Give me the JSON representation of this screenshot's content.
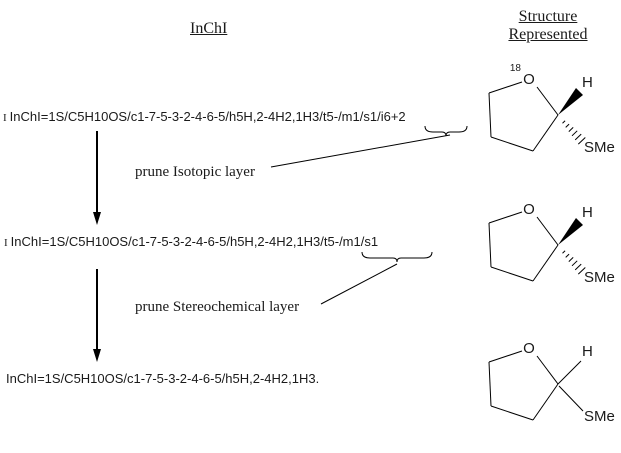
{
  "headers": {
    "left_title": "InChI",
    "right_title_line1": "Structure",
    "right_title_line2": "Represented"
  },
  "inchi_lines": [
    {
      "prefix": "I",
      "text": "InChI=1S/C5H10OS/c1-7-5-3-2-4-6-5/h5H,2-4H2,1H3/t5-/m1/s1/i6+2"
    },
    {
      "prefix": "I",
      "text": "InChI=1S/C5H10OS/c1-7-5-3-2-4-6-5/h5H,2-4H2,1H3/t5-/m1/s1"
    },
    {
      "prefix": "",
      "text": "InChI=1S/C5H10OS/c1-7-5-3-2-4-6-5/h5H,2-4H2,1H3."
    }
  ],
  "annotations": [
    {
      "label": "prune Isotopic layer",
      "highlighted_layer": "/i6+2"
    },
    {
      "label": "prune Stereochemical layer",
      "highlighted_layer": "/t5-/m1/s1"
    }
  ],
  "structures": [
    {
      "isotope": "18",
      "oxygen": "O",
      "hydrogen": "H",
      "substituent": "SMe",
      "stereo": "wedge-and-hash"
    },
    {
      "isotope": "",
      "oxygen": "O",
      "hydrogen": "H",
      "substituent": "SMe",
      "stereo": "wedge-and-hash"
    },
    {
      "isotope": "",
      "oxygen": "O",
      "hydrogen": "H",
      "substituent": "SMe",
      "stereo": "plain"
    }
  ],
  "colors": {
    "text": "#1a1a1a",
    "line": "#000000",
    "background": "#ffffff"
  }
}
